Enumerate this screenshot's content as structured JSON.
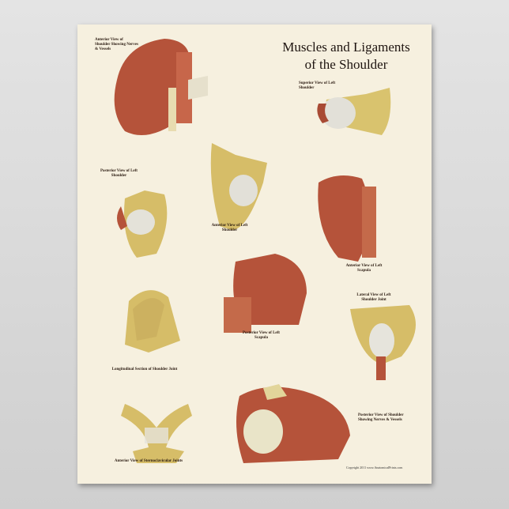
{
  "title": {
    "line1": "Muscles and Ligaments",
    "line2": "of the Shoulder"
  },
  "panels": [
    {
      "id": "anterior-shoulder-nerves",
      "title": "Anterior View of Shoulder Showing Nerves & Vessels"
    },
    {
      "id": "superior-left-shoulder",
      "title": "Superior View of Left Shoulder"
    },
    {
      "id": "posterior-left-shoulder",
      "title": "Posterior View of Left Shoulder"
    },
    {
      "id": "anterior-left-shoulder",
      "title": "Anterior View of Left Shoulder"
    },
    {
      "id": "anterior-left-scapula",
      "title": "Anterior View of Left Scapula"
    },
    {
      "id": "lateral-left-shoulder-joint",
      "title": "Lateral View of Left Shoulder Joint"
    },
    {
      "id": "posterior-left-scapula",
      "title": "Posterior View of Left Scapula"
    },
    {
      "id": "longitudinal-section",
      "title": "Longitudinal Section of Shoulder Joint"
    },
    {
      "id": "sternoclavicular",
      "title": "Anterior View of Sternoclavicular Joints"
    },
    {
      "id": "posterior-shoulder-nerves",
      "title": "Posterior View of Shoulder Showing Nerves & Vessels"
    }
  ],
  "copyright": "Copyright 2011 www.AnatomicalPrints.com",
  "colors": {
    "muscle": "#b5533a",
    "bone": "#d8c06a",
    "ligament": "#e6e4dc",
    "paper": "#f6f0df"
  }
}
